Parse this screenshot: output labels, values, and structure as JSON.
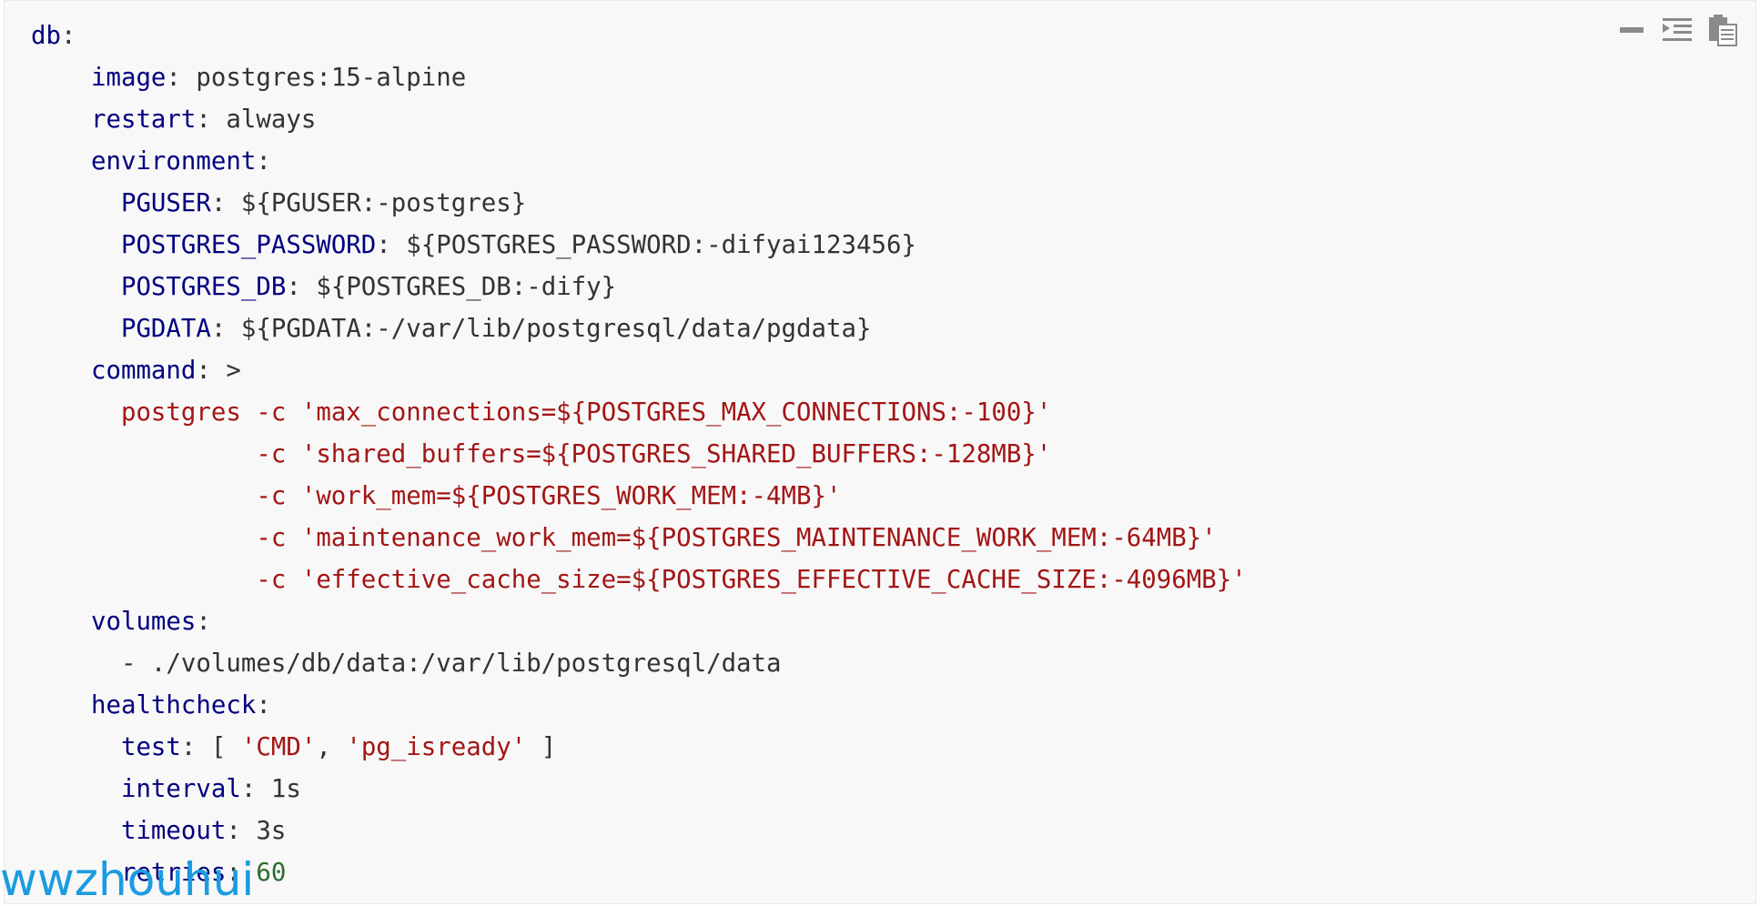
{
  "toolbar": {
    "collapse_icon": "minus-icon",
    "indent_icon": "indent-lines-icon",
    "copy_icon": "copy-clipboard-icon"
  },
  "code_lines": [
    [
      {
        "t": "db",
        "c": "k"
      },
      {
        "t": ":",
        "c": "p"
      }
    ],
    [
      {
        "t": "    ",
        "c": "p"
      },
      {
        "t": "image",
        "c": "k"
      },
      {
        "t": ": postgres:15-alpine",
        "c": "p"
      }
    ],
    [
      {
        "t": "    ",
        "c": "p"
      },
      {
        "t": "restart",
        "c": "k"
      },
      {
        "t": ": always",
        "c": "p"
      }
    ],
    [
      {
        "t": "    ",
        "c": "p"
      },
      {
        "t": "environment",
        "c": "k"
      },
      {
        "t": ":",
        "c": "p"
      }
    ],
    [
      {
        "t": "      ",
        "c": "p"
      },
      {
        "t": "PGUSER",
        "c": "k"
      },
      {
        "t": ": ${PGUSER:-postgres}",
        "c": "p"
      }
    ],
    [
      {
        "t": "      ",
        "c": "p"
      },
      {
        "t": "POSTGRES_PASSWORD",
        "c": "k"
      },
      {
        "t": ": ${POSTGRES_PASSWORD:-difyai123456}",
        "c": "p"
      }
    ],
    [
      {
        "t": "      ",
        "c": "p"
      },
      {
        "t": "POSTGRES_DB",
        "c": "k"
      },
      {
        "t": ": ${POSTGRES_DB:-dify}",
        "c": "p"
      }
    ],
    [
      {
        "t": "      ",
        "c": "p"
      },
      {
        "t": "PGDATA",
        "c": "k"
      },
      {
        "t": ": ${PGDATA:-/var/lib/postgresql/data/pgdata}",
        "c": "p"
      }
    ],
    [
      {
        "t": "    ",
        "c": "p"
      },
      {
        "t": "command",
        "c": "k"
      },
      {
        "t": ": >",
        "c": "p"
      }
    ],
    [
      {
        "t": "      ",
        "c": "p"
      },
      {
        "t": "postgres -c 'max_connections=${POSTGRES_MAX_CONNECTIONS:-100}'",
        "c": "s"
      }
    ],
    [
      {
        "t": "               ",
        "c": "p"
      },
      {
        "t": "-c 'shared_buffers=${POSTGRES_SHARED_BUFFERS:-128MB}'",
        "c": "s"
      }
    ],
    [
      {
        "t": "               ",
        "c": "p"
      },
      {
        "t": "-c 'work_mem=${POSTGRES_WORK_MEM:-4MB}'",
        "c": "s"
      }
    ],
    [
      {
        "t": "               ",
        "c": "p"
      },
      {
        "t": "-c 'maintenance_work_mem=${POSTGRES_MAINTENANCE_WORK_MEM:-64MB}'",
        "c": "s"
      }
    ],
    [
      {
        "t": "               ",
        "c": "p"
      },
      {
        "t": "-c 'effective_cache_size=${POSTGRES_EFFECTIVE_CACHE_SIZE:-4096MB}'",
        "c": "s"
      }
    ],
    [
      {
        "t": "    ",
        "c": "p"
      },
      {
        "t": "volumes",
        "c": "k"
      },
      {
        "t": ":",
        "c": "p"
      }
    ],
    [
      {
        "t": "      - ./volumes/db/data:/var/lib/postgresql/data",
        "c": "p"
      }
    ],
    [
      {
        "t": "    ",
        "c": "p"
      },
      {
        "t": "healthcheck",
        "c": "k"
      },
      {
        "t": ":",
        "c": "p"
      }
    ],
    [
      {
        "t": "      ",
        "c": "p"
      },
      {
        "t": "test",
        "c": "k"
      },
      {
        "t": ": [ ",
        "c": "p"
      },
      {
        "t": "'CMD'",
        "c": "s"
      },
      {
        "t": ", ",
        "c": "p"
      },
      {
        "t": "'pg_isready'",
        "c": "s"
      },
      {
        "t": " ]",
        "c": "p"
      }
    ],
    [
      {
        "t": "      ",
        "c": "p"
      },
      {
        "t": "interval",
        "c": "k"
      },
      {
        "t": ": 1s",
        "c": "p"
      }
    ],
    [
      {
        "t": "      ",
        "c": "p"
      },
      {
        "t": "timeout",
        "c": "k"
      },
      {
        "t": ": 3s",
        "c": "p"
      }
    ],
    [
      {
        "t": "      ",
        "c": "p"
      },
      {
        "t": "retries",
        "c": "k"
      },
      {
        "t": ": ",
        "c": "p"
      },
      {
        "t": "60",
        "c": "n"
      }
    ]
  ],
  "watermark": "wwzhouhui"
}
